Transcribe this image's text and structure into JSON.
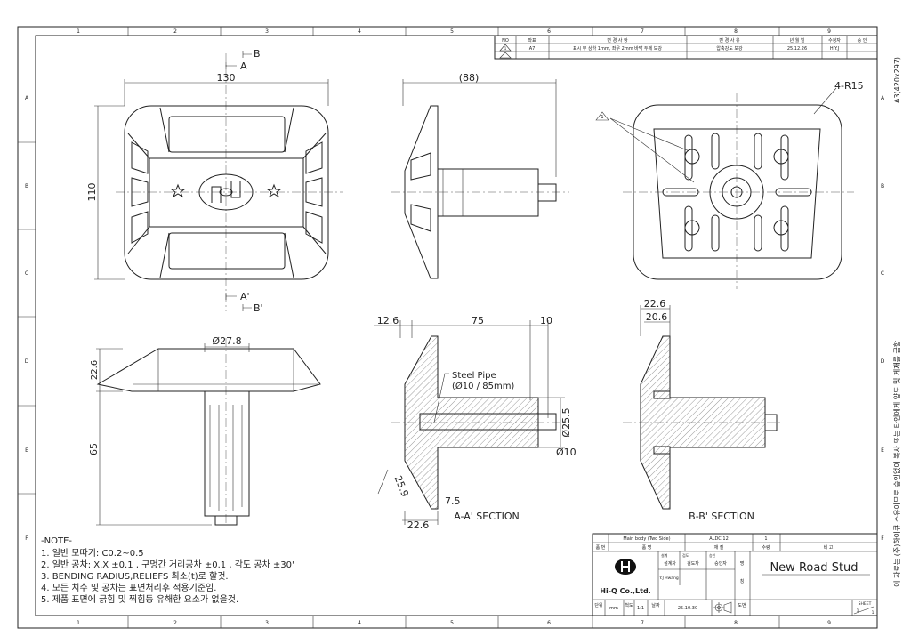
{
  "frame": {
    "columns": [
      "1",
      "2",
      "3",
      "4",
      "5",
      "6",
      "7",
      "8",
      "9"
    ],
    "rows": [
      "A",
      "B",
      "C",
      "D",
      "E",
      "F"
    ],
    "paper_size": "A3(420x297)",
    "copyright": "이 자료는 (주)하이큐 소유이므로 승인없이 복사 또는 타인에게 양도 및 게재를 금함."
  },
  "revision_table": {
    "headers": [
      "NO",
      "좌표",
      "변 경 사 항",
      "변 경 사 유",
      "년 월 일",
      "수정자",
      "승 인"
    ],
    "rows": [
      {
        "no": "1",
        "zone": "A7",
        "change": "표시 부 상하 1mm, 좌우 2mm 바닥 두께 보강",
        "reason": "압축강도 보강",
        "date": "25.12.26",
        "editor": "H.Y.J",
        "approval": ""
      },
      {
        "no": "",
        "zone": "",
        "change": "",
        "reason": "",
        "date": "",
        "editor": "",
        "approval": ""
      }
    ]
  },
  "views": {
    "section_marks": {
      "a": "A",
      "b": "B",
      "a_prime": "A'",
      "b_prime": "B'"
    },
    "top": {
      "width": "130",
      "height": "110"
    },
    "side": {
      "length": "(88)"
    },
    "bottom": {
      "radius": "4-R15",
      "rev_marker": "1"
    },
    "front": {
      "diameter": "Ø27.8",
      "height": "22.6",
      "stem": "65"
    },
    "section_aa": {
      "title": "A-A' SECTION",
      "dims": {
        "d1": "12.6",
        "d2": "75",
        "d3": "10",
        "d4": "Ø25.5",
        "d5": "Ø10",
        "d6": "25.9",
        "d7": "7.5",
        "d8": "22.6"
      },
      "callout_line1": "Steel Pipe",
      "callout_line2": "(Ø10 / 85mm)"
    },
    "section_bb": {
      "title": "B-B' SECTION",
      "dims": {
        "d1": "22.6",
        "d2": "20.6"
      }
    }
  },
  "notes": {
    "title": "-NOTE-",
    "items": [
      "1. 일반 모따기: C0.2~0.5",
      "2. 일반 공차: X.X ±0.1 , 구멍간 거리공차 ±0.1 , 각도 공차  ±30'",
      "3. BENDING RADIUS,RELIEFS 최소(t)로 할것.",
      "4. 모든 치수 및 공차는 표면처리후 적용기준임.",
      "5. 제품 표면에 긁힘 및 찍힘등 유해한 요소가 없을것."
    ]
  },
  "title_block": {
    "part_row": {
      "no": "",
      "name": "Main body (Two Side)",
      "material": "ALDC 12",
      "qty": "1",
      "remark": ""
    },
    "part_headers": {
      "no": "품 번",
      "name": "품        명",
      "material": "재        질",
      "qty": "수량",
      "remark": "비 고"
    },
    "company": "Hi-Q Co.,Ltd.",
    "designer_label": "설계자",
    "designer_small": "설계",
    "checker_label": "검도자",
    "checker_small": "검도",
    "approver_label": "승인자",
    "approver_small": "승인",
    "designer": "Y.J Hwang",
    "name_label_1": "명",
    "name_label_2": "칭",
    "title": "New Road Stud",
    "unit_label": "단위",
    "unit": "mm",
    "scale_label": "척도",
    "scale": "1:1",
    "date_label": "날짜",
    "date": "25.10.30",
    "drawing_no_label": "도번",
    "sheet_label": "SHEET",
    "sheet": "1",
    "sheets": "1"
  }
}
